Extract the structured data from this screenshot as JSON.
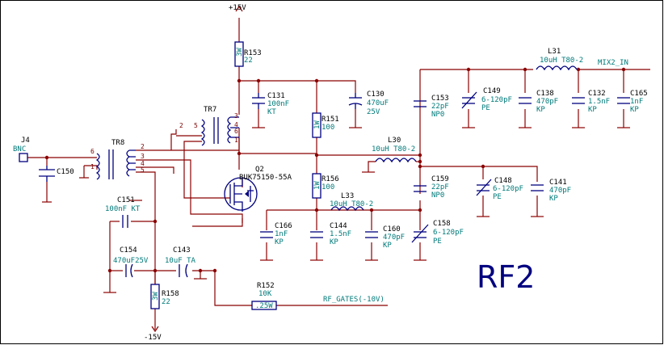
{
  "title": "RF2",
  "nets": {
    "vplus": "+15V",
    "vminus": "-15V",
    "mix2": "MIX2_IN",
    "gates": "RF_GATES(-10V)"
  },
  "components": {
    "J4": {
      "ref": "J4",
      "value": "BNC"
    },
    "TR8": {
      "ref": "TR8",
      "pins": [
        "6",
        "1",
        "2",
        "3",
        "4",
        "5"
      ]
    },
    "TR7": {
      "ref": "TR7",
      "pins": [
        "2",
        "5",
        "3",
        "4",
        "6",
        "1"
      ]
    },
    "Q2": {
      "ref": "Q2",
      "value": "BUK75150-55A"
    },
    "R153": {
      "ref": "R153",
      "value": "22",
      "body": "3W"
    },
    "R151": {
      "ref": "R151",
      "value": "100",
      "body": "1W"
    },
    "R156": {
      "ref": "R156",
      "value": "100",
      "body": "1W"
    },
    "R158": {
      "ref": "R158",
      "value": "22",
      "body": "3W"
    },
    "R152": {
      "ref": "R152",
      "value": "10K",
      "body": ".25W"
    },
    "C150": {
      "ref": "C150"
    },
    "C151": {
      "ref": "C151",
      "value": "100nF KT"
    },
    "C154": {
      "ref": "C154",
      "value": "470uF25V"
    },
    "C143": {
      "ref": "C143",
      "value": "10uF TA"
    },
    "C131": {
      "ref": "C131",
      "value": "100nF",
      "type": "KT"
    },
    "C130": {
      "ref": "C130",
      "value": "470uF",
      "type": "25V"
    },
    "L30": {
      "ref": "L30",
      "value": "10uH T80-2"
    },
    "L33": {
      "ref": "L33",
      "value": "10uH T80-2"
    },
    "L31": {
      "ref": "L31",
      "value": "10uH T80-2"
    },
    "C153": {
      "ref": "C153",
      "value": "22pF",
      "type": "NP0"
    },
    "C159": {
      "ref": "C159",
      "value": "22pF",
      "type": "NP0"
    },
    "C149": {
      "ref": "C149",
      "value": "6-120pF",
      "type": "PE"
    },
    "C138": {
      "ref": "C138",
      "value": "470pF",
      "type": "KP"
    },
    "C132": {
      "ref": "C132",
      "value": "1.5nF",
      "type": "KP"
    },
    "C165": {
      "ref": "C165",
      "value": "1nF",
      "type": "KP"
    },
    "C148": {
      "ref": "C148",
      "value": "6-120pF",
      "type": "PE"
    },
    "C141": {
      "ref": "C141",
      "value": "470pF",
      "type": "KP"
    },
    "C166": {
      "ref": "C166",
      "value": "1nF",
      "type": "KP"
    },
    "C144": {
      "ref": "C144",
      "value": "1.5nF",
      "type": "KP"
    },
    "C160": {
      "ref": "C160",
      "value": "470pF",
      "type": "KP"
    },
    "C158": {
      "ref": "C158",
      "value": "6-120pF",
      "type": "PE"
    }
  }
}
